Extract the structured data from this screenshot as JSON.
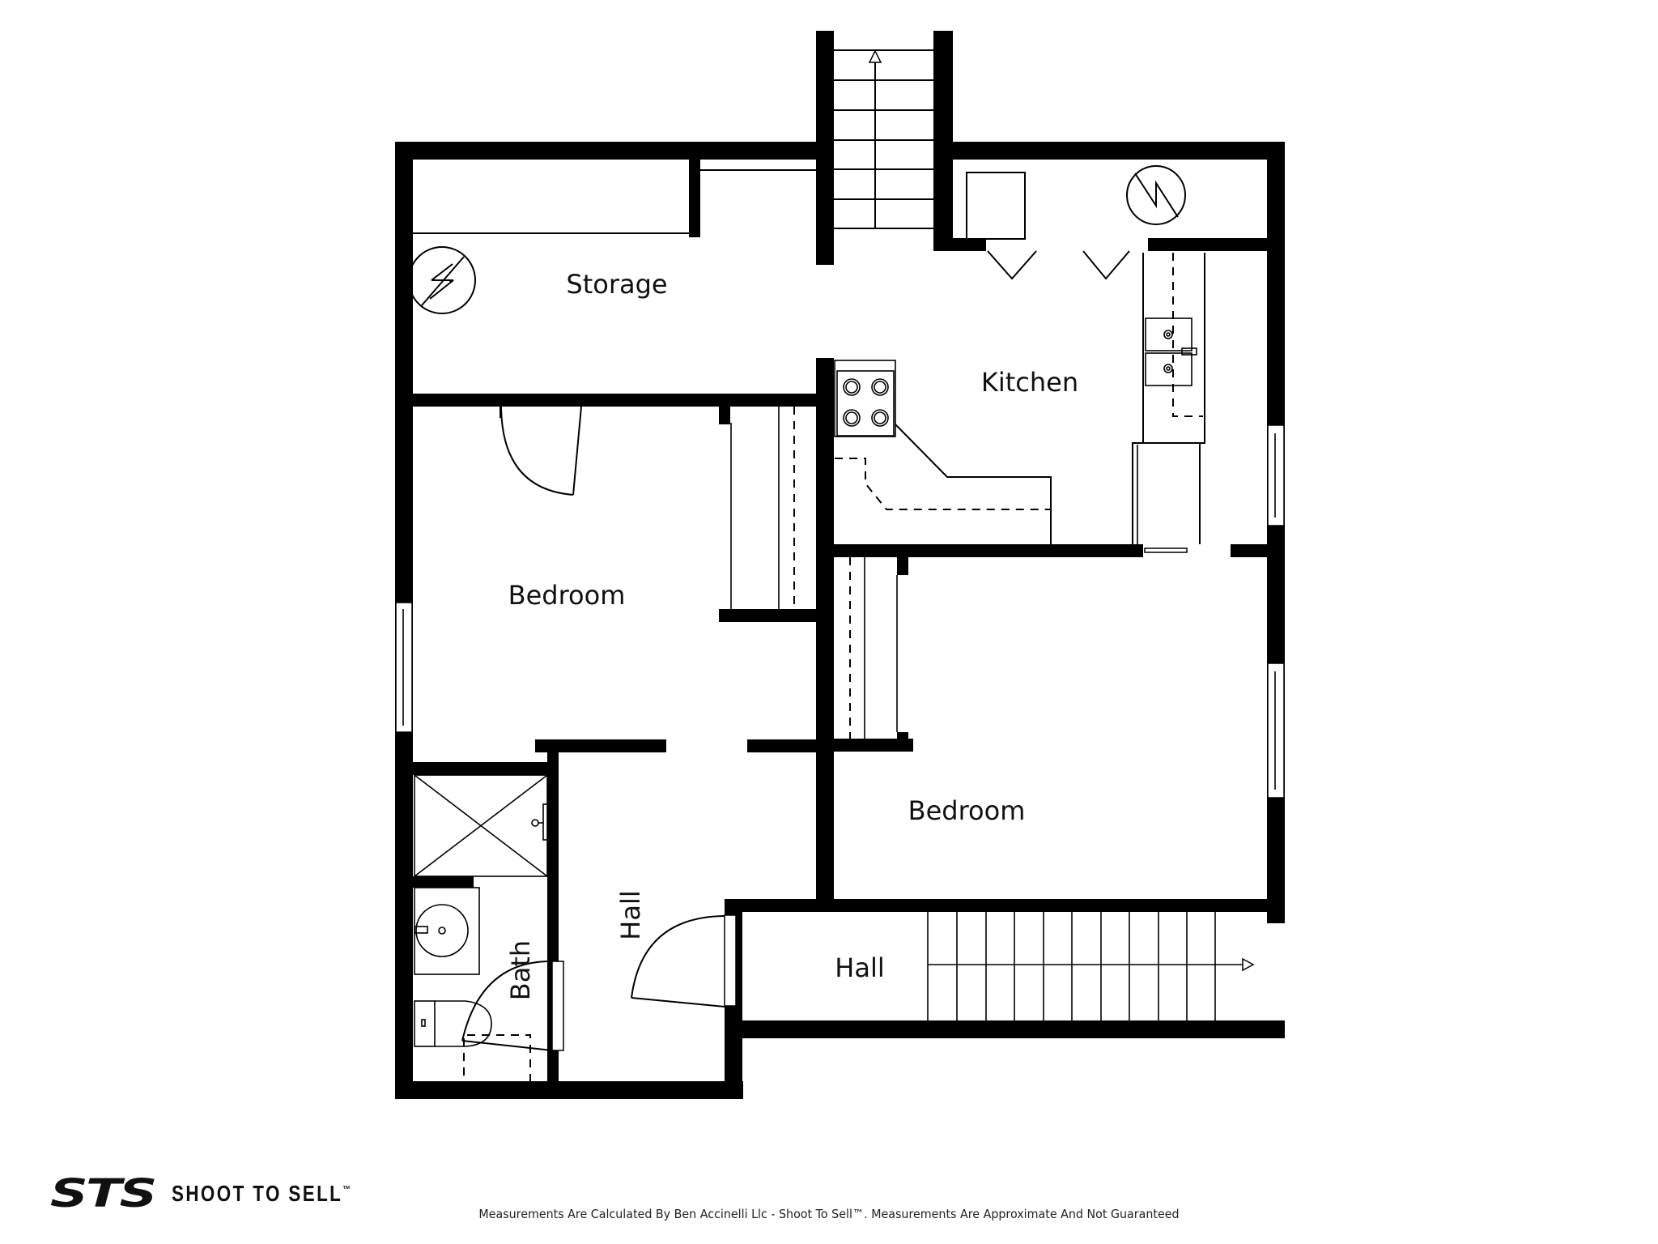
{
  "floorplan": {
    "rooms": [
      {
        "id": "storage",
        "label": "Storage"
      },
      {
        "id": "kitchen",
        "label": "Kitchen"
      },
      {
        "id": "bedroom-1",
        "label": "Bedroom"
      },
      {
        "id": "bedroom-2",
        "label": "Bedroom"
      },
      {
        "id": "hall-1",
        "label": "Hall"
      },
      {
        "id": "hall-2",
        "label": "Hall"
      },
      {
        "id": "bath",
        "label": "Bath"
      }
    ],
    "fixtures": [
      "water-heater",
      "furnace",
      "stove",
      "double-sink",
      "shower",
      "bath-sink",
      "toilet",
      "stairs-up-north",
      "stairs-up-east"
    ],
    "colors": {
      "wall": "#000000",
      "background": "#ffffff"
    }
  },
  "branding": {
    "logo_mark": "STS",
    "logo_text": "SHOOT TO SELL",
    "trademark": "™"
  },
  "footer": {
    "disclaimer": "Measurements Are Calculated By Ben Accinelli Llc - Shoot To Sell™. Measurements Are Approximate And Not Guaranteed"
  }
}
